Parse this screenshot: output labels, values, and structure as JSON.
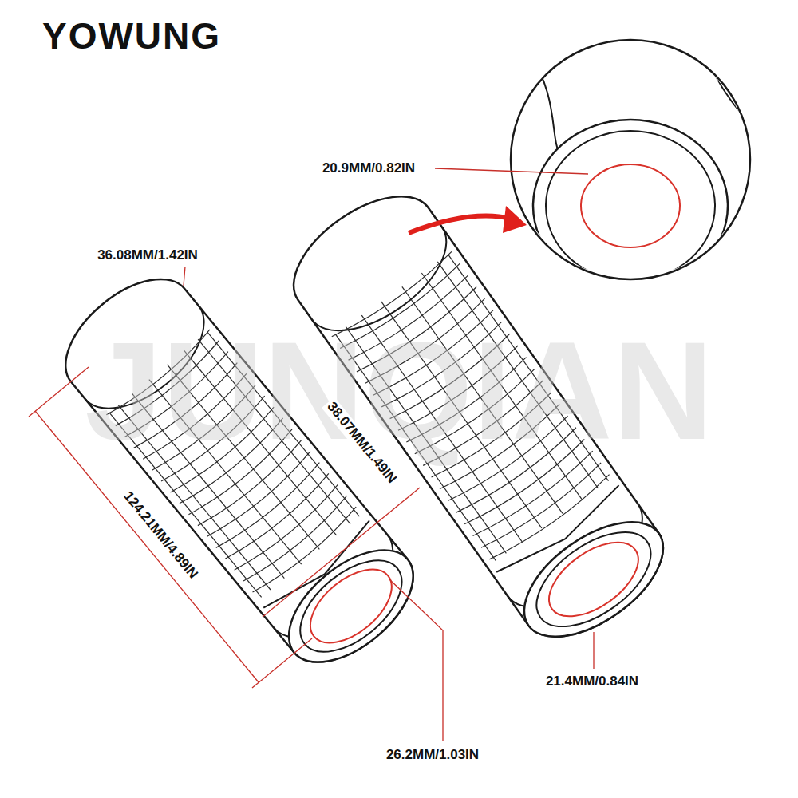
{
  "diagram": {
    "labels": [
      "YOWUNG",
      "JUNQIAN",
      "20.9MM/0.82IN",
      "36.08MM/1.42IN",
      "38.07MM/1.49IN",
      "124.21MM/4.89IN",
      "26.2MM/1.03IN",
      "21.4MM/0.84IN"
    ]
  }
}
